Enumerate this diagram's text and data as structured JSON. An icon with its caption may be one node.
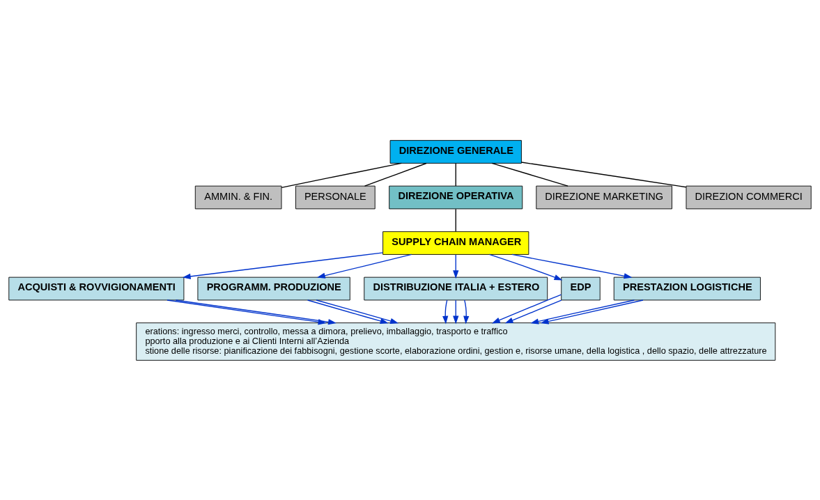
{
  "diagram": {
    "nodes": [
      {
        "text": [
          "DIREZIONE GENERALE"
        ]
      },
      {
        "text": [
          "AMMIN. & FIN."
        ]
      },
      {
        "text": [
          "PERSONALE"
        ]
      },
      {
        "text": [
          "DIREZIONE OPERATIVA"
        ]
      },
      {
        "text": [
          "DIREZIONE MARKETING"
        ]
      },
      {
        "text": [
          "DIREZION COMMERCI"
        ]
      },
      {
        "text": [
          "SUPPLY CHAIN MANAGER"
        ]
      },
      {
        "text": [
          "ACQUISTI & ROVVIGIONAMENTI"
        ]
      },
      {
        "text": [
          "PROGRAMM. PRODUZIONE"
        ]
      },
      {
        "text": [
          "DISTRIBUZIONE ITALIA + ESTERO"
        ]
      },
      {
        "text": [
          "EDP"
        ]
      },
      {
        "text": [
          "PRESTAZION LOGISTICHE"
        ]
      },
      {
        "text": [
          "erations: ingresso merci, controllo, messa a dimora, prelievo, imballaggio, trasporto e traffico",
          "pporto alla produzione e ai Clienti Interni all’Azienda",
          "stione delle risorse: pianificazione dei fabbisogni, gestione scorte, elaborazione ordini, gestion e, risorse umane, della logistica , dello spazio, delle attrezzature"
        ]
      }
    ],
    "edges": [
      {
        "from": 0,
        "to": 1,
        "arrow": "none",
        "color": "#000000"
      },
      {
        "from": 0,
        "to": 2,
        "arrow": "none",
        "color": "#000000"
      },
      {
        "from": 0,
        "to": 3,
        "arrow": "none",
        "color": "#000000"
      },
      {
        "from": 0,
        "to": 4,
        "arrow": "none",
        "color": "#000000"
      },
      {
        "from": 0,
        "to": 5,
        "arrow": "none",
        "color": "#000000"
      },
      {
        "from": 3,
        "to": 6,
        "arrow": "none",
        "color": "#000000"
      },
      {
        "from": 6,
        "to": 7,
        "arrow": "to"
      },
      {
        "from": 6,
        "to": 8,
        "arrow": "to"
      },
      {
        "from": 6,
        "to": 9,
        "arrow": "to"
      },
      {
        "from": 6,
        "to": 10,
        "arrow": "to"
      },
      {
        "from": 6,
        "to": 11,
        "arrow": "to"
      },
      {
        "from": 7,
        "to": 12,
        "arrow": "to"
      },
      {
        "from": 7,
        "to": 12,
        "arrow": "to"
      },
      {
        "from": 8,
        "to": 12,
        "arrow": "to"
      },
      {
        "from": 8,
        "to": 12,
        "arrow": "to"
      },
      {
        "from": 9,
        "to": 12,
        "arrow": "to"
      },
      {
        "from": 9,
        "to": 12,
        "arrow": "to"
      },
      {
        "from": 9,
        "to": 12,
        "arrow": "to"
      },
      {
        "from": 10,
        "to": 12,
        "arrow": "to"
      },
      {
        "from": 10,
        "to": 12,
        "arrow": "to"
      },
      {
        "from": 11,
        "to": 12,
        "arrow": "to"
      },
      {
        "from": 11,
        "to": 12,
        "arrow": "to"
      }
    ]
  }
}
